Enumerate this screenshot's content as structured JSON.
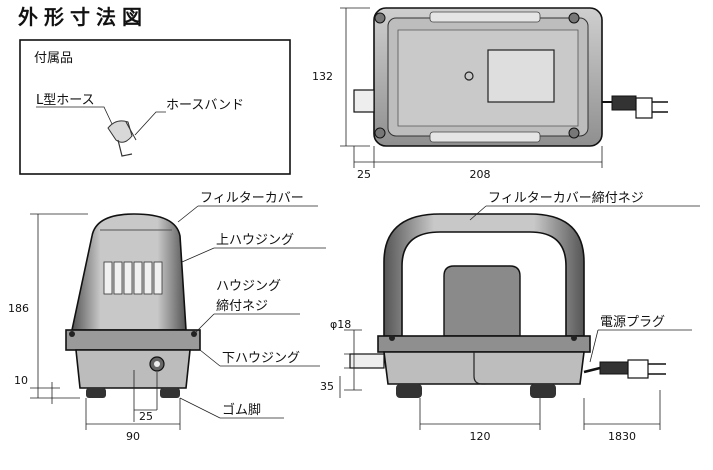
{
  "title": "外形寸法図",
  "accessories": {
    "heading": "付属品",
    "l_hose": "L型ホース",
    "hose_band": "ホースバンド"
  },
  "top_view": {
    "dim_height": "132",
    "dim_nozzle": "25",
    "dim_width": "208"
  },
  "front_view": {
    "filter_cover": "フィルターカバー",
    "upper_housing": "上ハウジング",
    "housing_screw_1": "ハウジング",
    "housing_screw_2": "締付ネジ",
    "lower_housing": "下ハウジング",
    "rubber_feet": "ゴム脚",
    "dim_height": "186",
    "dim_foot": "10",
    "dim_nozzle_offset": "25",
    "dim_width": "90"
  },
  "side_view": {
    "filter_screw": "フィルターカバー締付ネジ",
    "power_plug": "電源プラグ",
    "dim_diameter": "φ18",
    "dim_nozzle_height": "35",
    "dim_feet": "120",
    "dim_cord": "1830"
  },
  "colors": {
    "ink": "#111111",
    "shade": "#9a9a9a",
    "dark": "#333333"
  }
}
